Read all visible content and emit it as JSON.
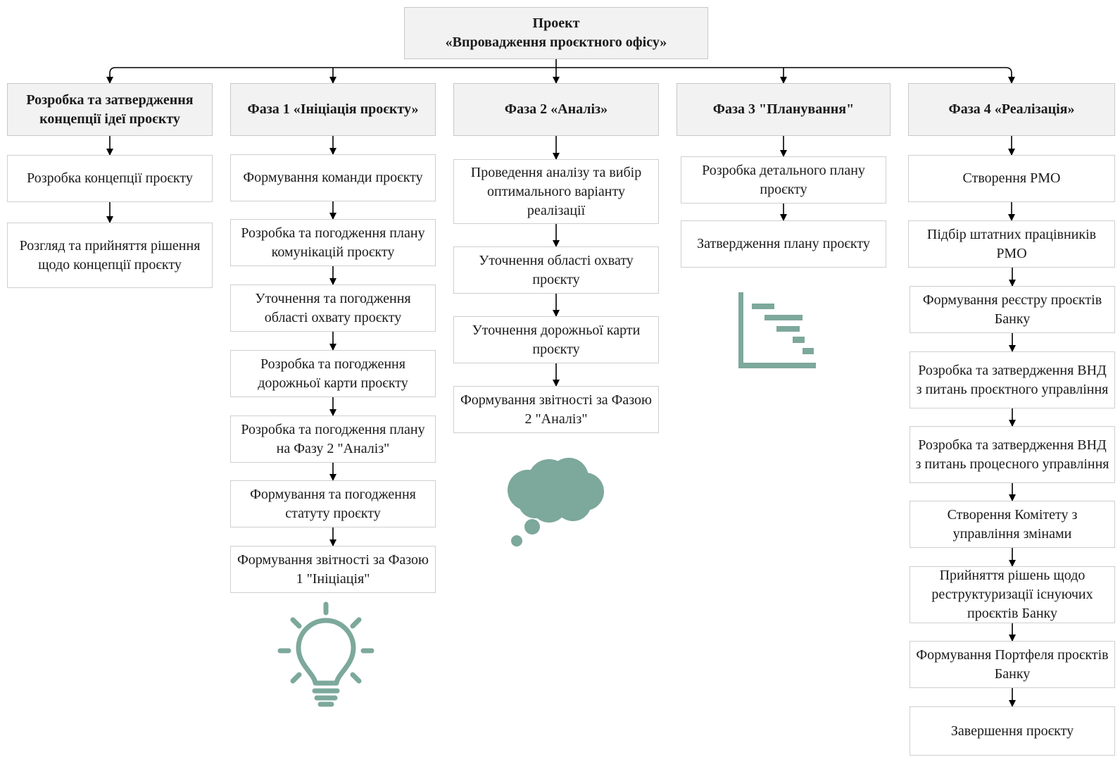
{
  "root": {
    "line1": "Проект",
    "line2": "«Впровадження проєктного офісу»"
  },
  "columns": [
    {
      "id": "concept",
      "header": "Розробка та затвердження концепції ідеї проєкту",
      "items": [
        "Розробка концепції проєкту",
        "Розгляд та прийняття рішення щодо концепції проєкту"
      ]
    },
    {
      "id": "phase1",
      "header": "Фаза 1 «Ініціація проєкту»",
      "items": [
        "Формування команди проєкту",
        "Розробка та погодження плану комунікацій проєкту",
        "Уточнення та погодження області охвату проєкту",
        "Розробка та погодження дорожньої карти проєкту",
        "Розробка та погодження плану на Фазу 2 \"Аналіз\"",
        "Формування та погодження статуту проєкту",
        "Формування звітності за Фазою 1 \"Ініціація\""
      ]
    },
    {
      "id": "phase2",
      "header": "Фаза 2 «Аналіз»",
      "items": [
        "Проведення аналізу та вибір оптимального варіанту реалізації",
        "Уточнення області охвату проєкту",
        "Уточнення дорожньої карти проєкту",
        "Формування звітності за Фазою 2 \"Аналіз\""
      ]
    },
    {
      "id": "phase3",
      "header": "Фаза 3 \"Планування\"",
      "items": [
        "Розробка детального плану проєкту",
        "Затвердження плану проєкту"
      ]
    },
    {
      "id": "phase4",
      "header": "Фаза 4 «Реалізація»",
      "items": [
        "Створення PMO",
        "Підбір штатних працівників PMO",
        "Формування реєстру проєктів Банку",
        "Розробка та затвердження ВНД з питань проєктного управління",
        "Розробка та затвердження ВНД з питань процесного управління",
        "Створення Комітету з управління змінами",
        "Прийняття рішень щодо реструктуризації існуючих проєктів Банку",
        "Формування Портфеля проєктів Банку",
        "Завершення проєкту"
      ]
    }
  ],
  "icons": {
    "phase1": "lightbulb-icon",
    "phase2": "thought-cloud-icon",
    "phase3": "gantt-chart-icon"
  },
  "colors": {
    "icon": "#7da89c",
    "header_fill": "#f2f2f2",
    "border": "#cfcfcf",
    "connector": "#000000"
  }
}
